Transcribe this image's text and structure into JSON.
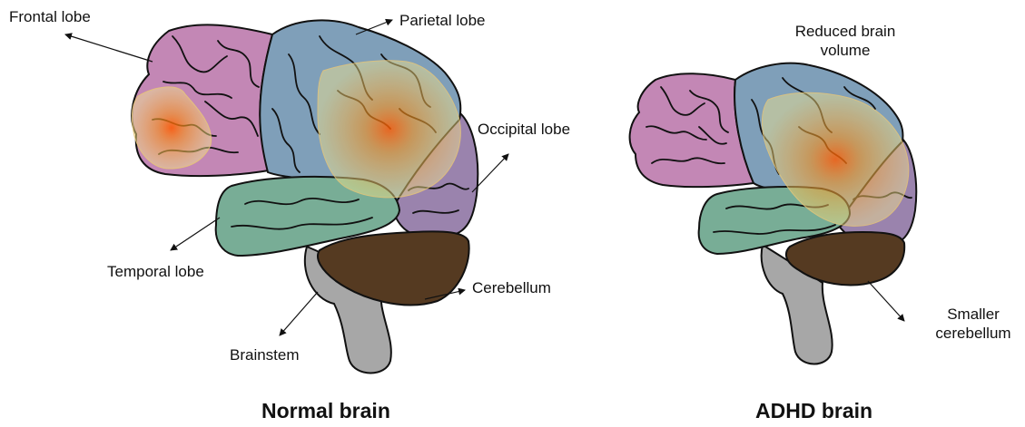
{
  "normal": {
    "caption": "Normal brain",
    "labels": {
      "frontal": "Frontal lobe",
      "parietal": "Parietal lobe",
      "occipital": "Occipital lobe",
      "temporal": "Temporal lobe",
      "cerebellum": "Cerebellum",
      "brainstem": "Brainstem"
    }
  },
  "adhd": {
    "caption": "ADHD brain",
    "labels": {
      "reduced_volume_line1": "Reduced brain",
      "reduced_volume_line2": "volume",
      "smaller_cerebellum_line1": "Smaller",
      "smaller_cerebellum_line2": "cerebellum"
    }
  },
  "colors": {
    "frontal": "#c387b5",
    "parietal": "#7f9fb9",
    "occipital": "#9a83ad",
    "temporal": "#78ad96",
    "cerebellum": "#553a21",
    "brainstem": "#a7a7a7",
    "highlight": "#ff7a1a"
  }
}
